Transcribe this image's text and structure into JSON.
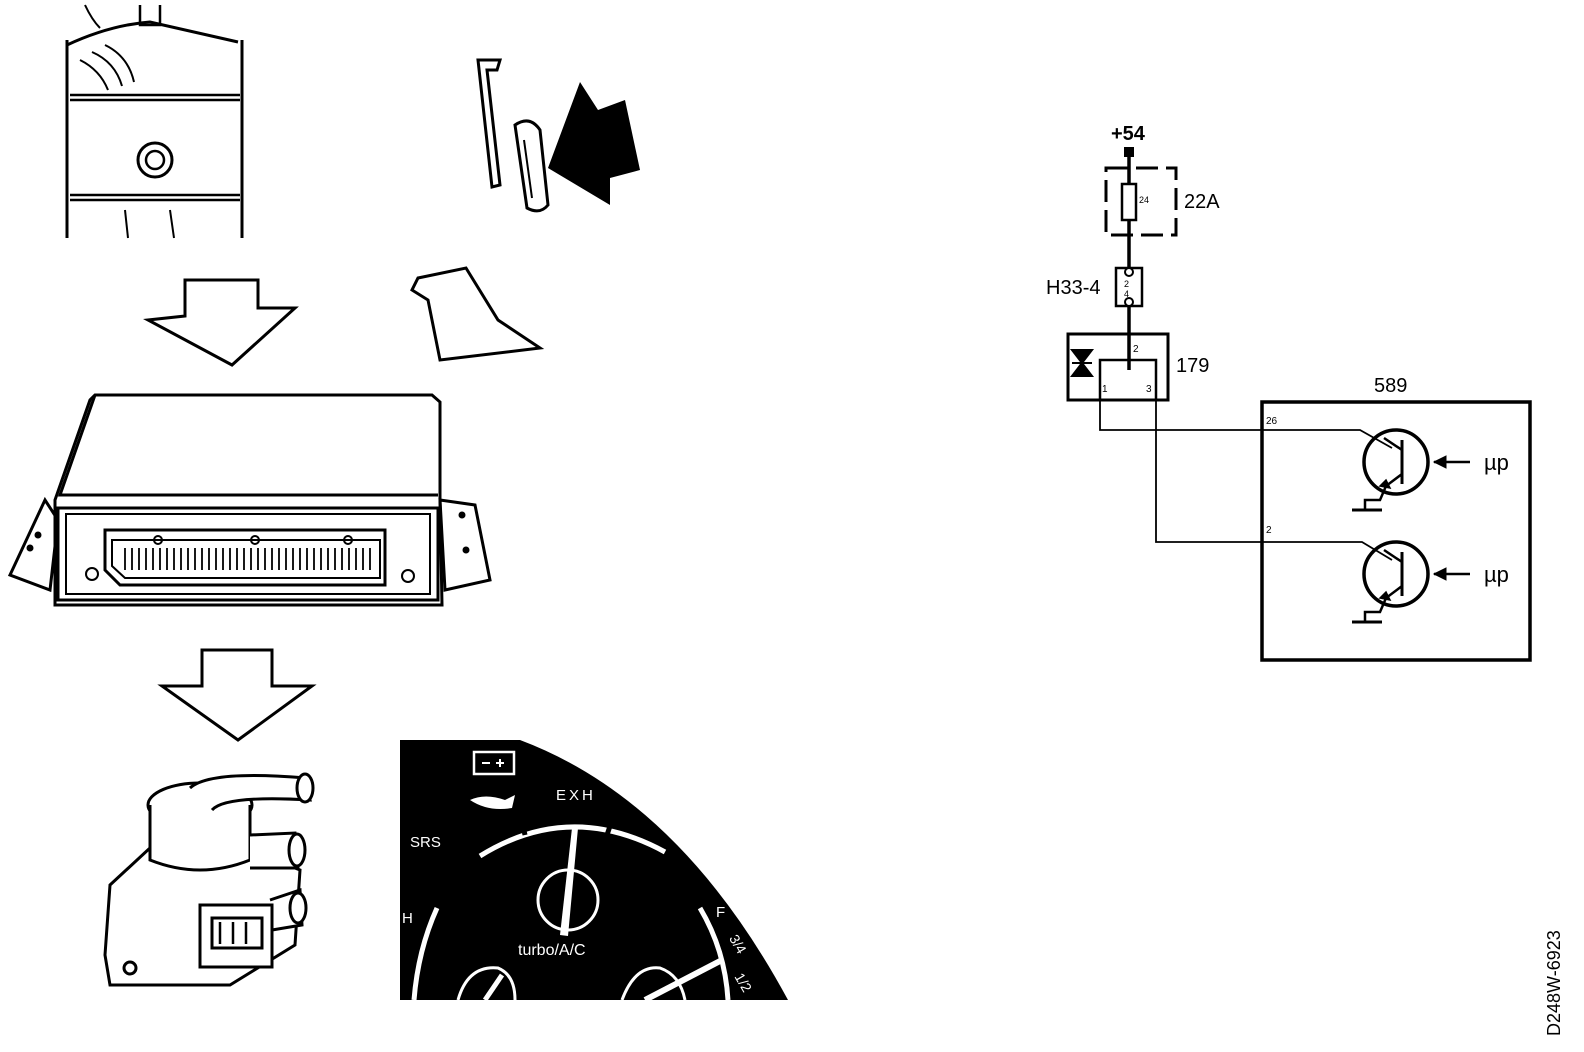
{
  "schematic": {
    "supply": "+54",
    "fuse_box": "22A",
    "fuse_number": "24",
    "connector": "H33-4",
    "connector_pins": [
      "2",
      "4"
    ],
    "relay": "179",
    "relay_pins": [
      "2",
      "1",
      "3"
    ],
    "ecu": "589",
    "ecu_pins": [
      "26",
      "2"
    ],
    "signals": [
      "µp",
      "µp"
    ]
  },
  "gauge": {
    "labels": [
      "EXH",
      "SRS",
      "H",
      "turbo/A/C",
      "F",
      "3/4",
      "1/2"
    ]
  },
  "figure_id": "D248W-6923"
}
